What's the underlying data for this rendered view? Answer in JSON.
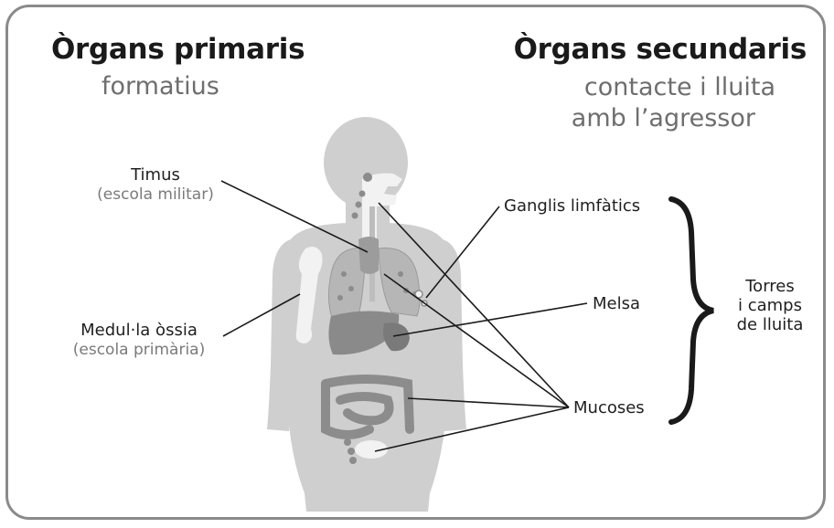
{
  "primary": {
    "title": "Òrgans primaris",
    "subtitle": "formatius"
  },
  "secondary": {
    "title": "Òrgans secundaris",
    "subtitle_line1": "contacte i lluita",
    "subtitle_line2": "amb l’agressor"
  },
  "labels": {
    "thymus": "Timus",
    "thymus_note": "(escola militar)",
    "marrow": "Medul·la òssia",
    "marrow_note": "(escola primària)",
    "lymph_nodes": "Ganglis limfàtics",
    "spleen": "Melsa",
    "mucosa": "Mucoses",
    "group_line1": "Torres",
    "group_line2": "i camps",
    "group_line3": "de lluita"
  },
  "colors": {
    "body": "#cfcfcf",
    "organ_mid": "#a5a5a5",
    "organ_dark": "#7f7f7f",
    "bone": "#f2f2f2",
    "line": "#1a1a1a",
    "frame": "#8a8a8a"
  }
}
